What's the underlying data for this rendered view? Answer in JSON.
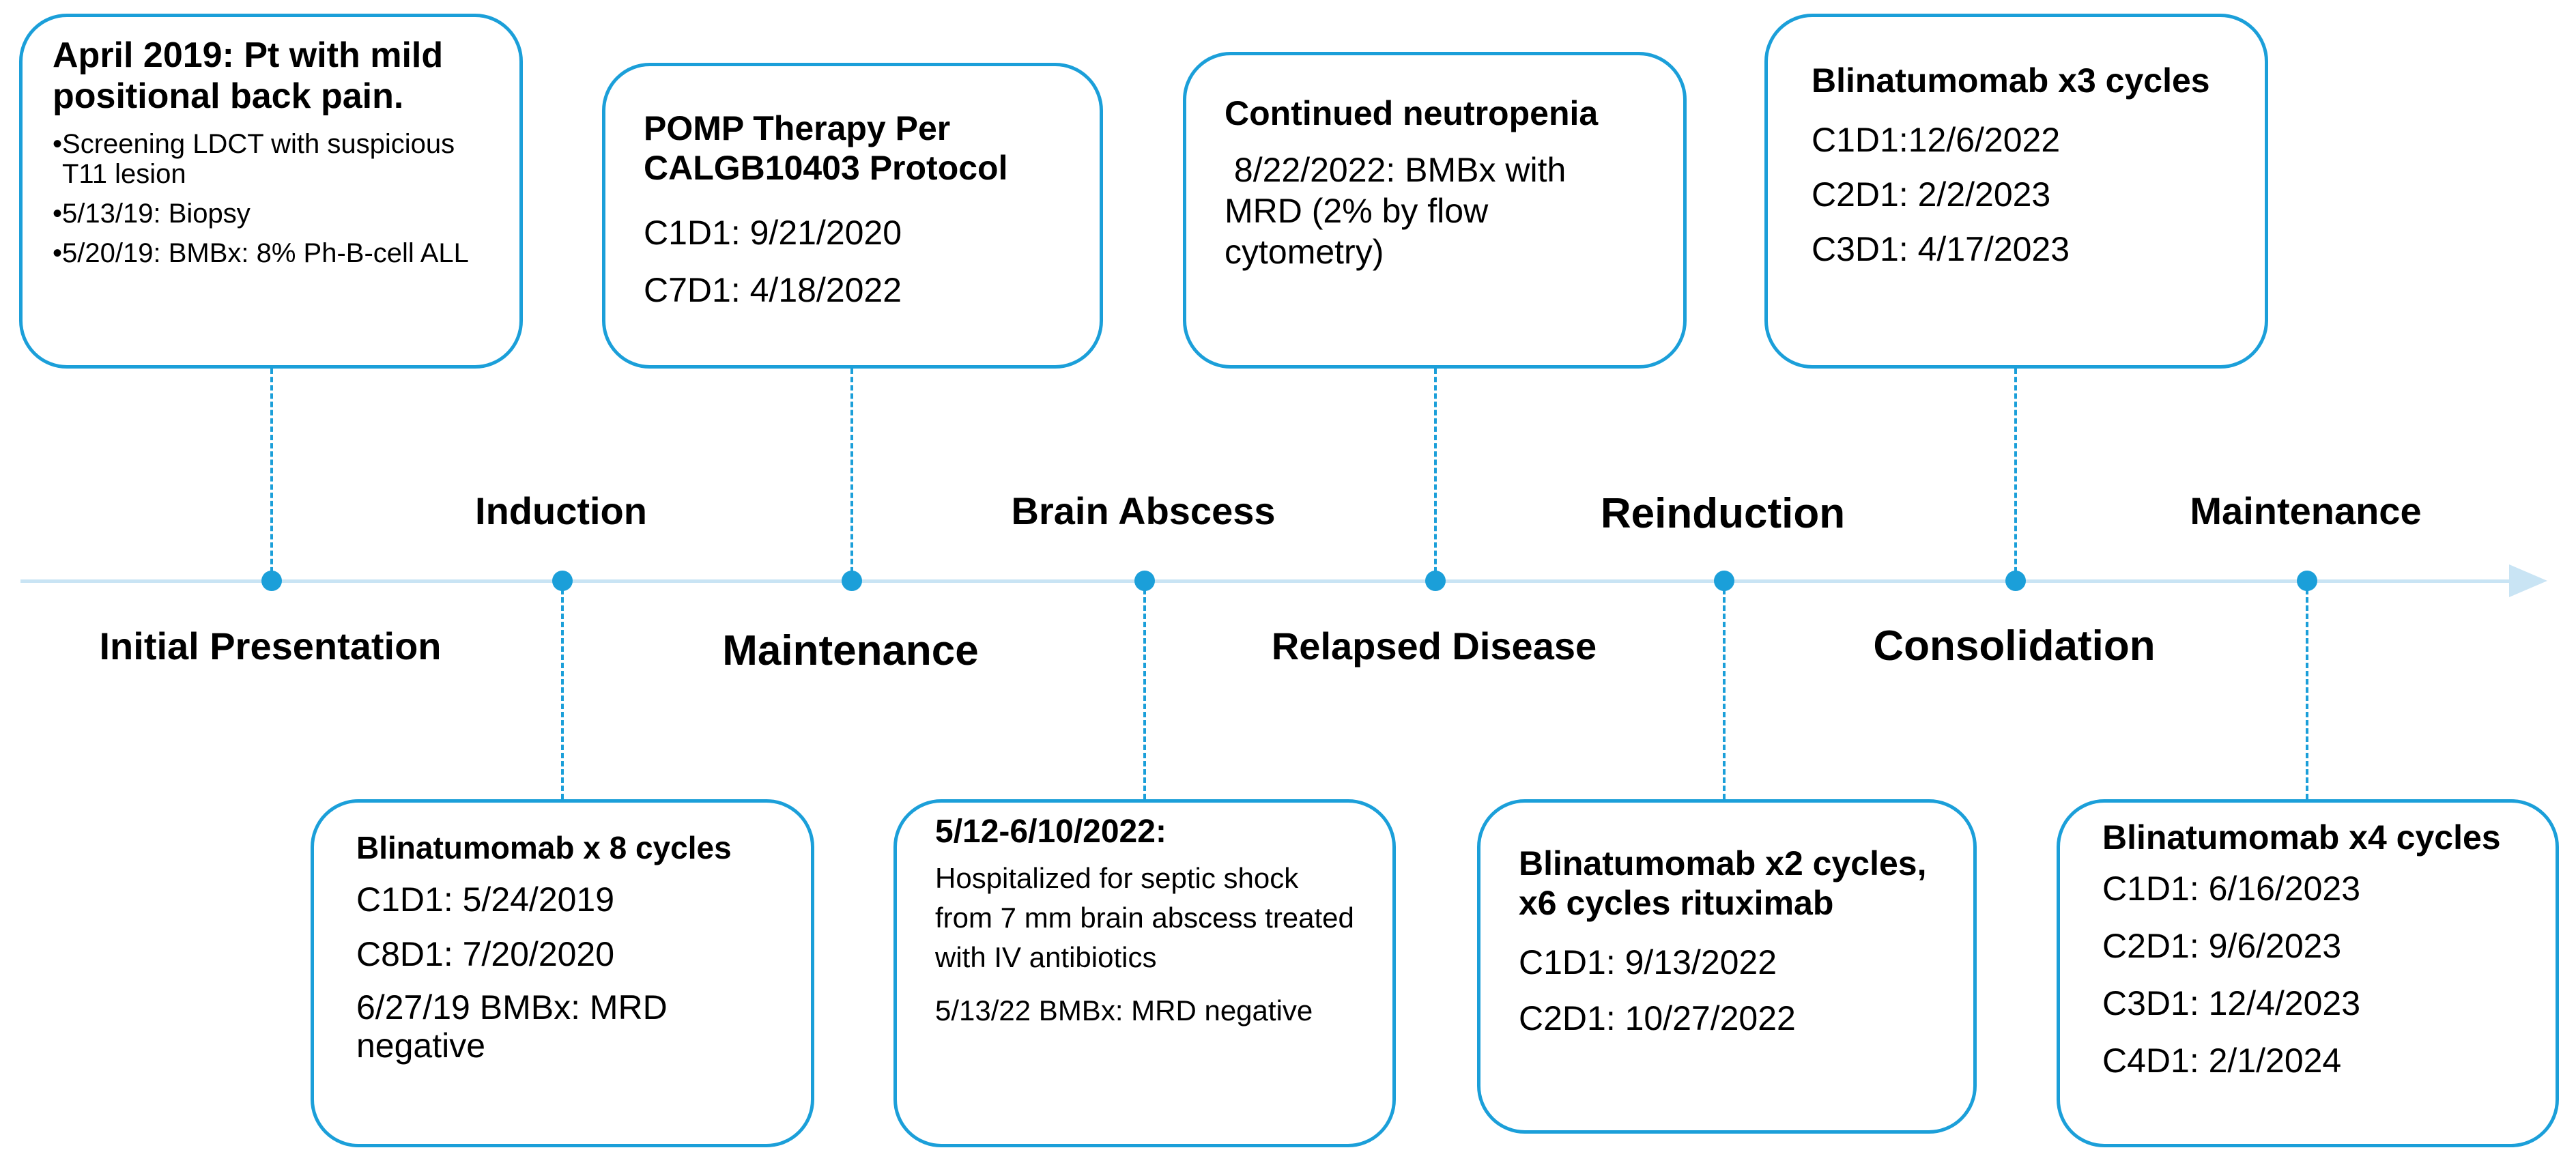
{
  "colors": {
    "accent": "#1b9fd9",
    "timeline": "#c9e4f4"
  },
  "phases_above": [
    {
      "label": "Induction"
    },
    {
      "label": "Brain Abscess"
    },
    {
      "label": "Reinduction"
    },
    {
      "label": "Maintenance"
    }
  ],
  "phases_below": [
    {
      "label": "Initial Presentation"
    },
    {
      "label": "Maintenance"
    },
    {
      "label": "Relapsed Disease"
    },
    {
      "label": "Consolidation"
    }
  ],
  "top_boxes": [
    {
      "title": "April 2019: Pt with mild positional back pain.",
      "bullets": [
        "Screening LDCT with suspicious T11 lesion",
        "5/13/19: Biopsy",
        "5/20/19: BMBx:  8% Ph-B-cell ALL"
      ]
    },
    {
      "title": "POMP Therapy Per CALGB10403 Protocol",
      "lines": [
        "C1D1: 9/21/2020",
        "C7D1: 4/18/2022"
      ]
    },
    {
      "title": "Continued neutropenia",
      "lines": [
        " 8/22/2022: BMBx with MRD (2% by flow cytometry)"
      ]
    },
    {
      "title": "Blinatumomab x3 cycles",
      "lines": [
        "C1D1:12/6/2022",
        "C2D1: 2/2/2023",
        "C3D1: 4/17/2023"
      ]
    }
  ],
  "bottom_boxes": [
    {
      "title": "Blinatumomab x 8 cycles",
      "lines": [
        "C1D1: 5/24/2019",
        "C8D1: 7/20/2020",
        "6/27/19 BMBx: MRD negative"
      ]
    },
    {
      "title": "5/12-6/10/2022:",
      "lines": [
        "Hospitalized for septic shock from 7 mm brain abscess treated with IV antibiotics",
        "5/13/22 BMBx: MRD negative"
      ]
    },
    {
      "title": "Blinatumomab x2 cycles, x6 cycles rituximab",
      "lines": [
        "C1D1: 9/13/2022",
        "C2D1: 10/27/2022"
      ]
    },
    {
      "title": "Blinatumomab x4 cycles",
      "lines": [
        "C1D1: 6/16/2023",
        "C2D1: 9/6/2023",
        "C3D1: 12/4/2023",
        "C4D1: 2/1/2024"
      ]
    }
  ]
}
